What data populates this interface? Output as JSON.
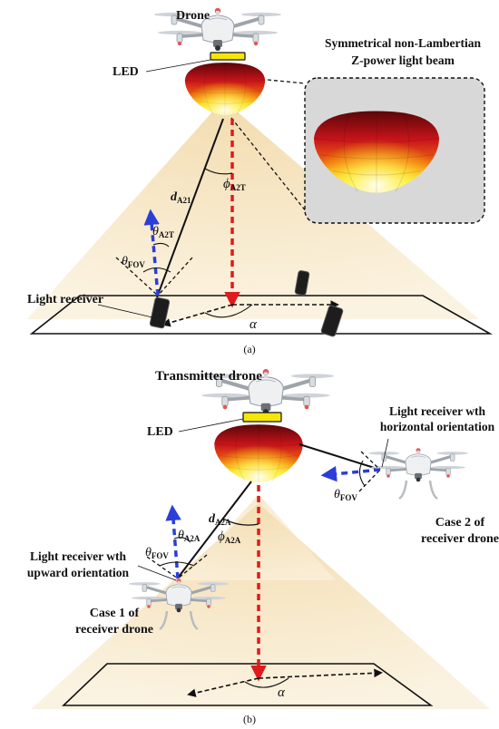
{
  "panel_a": {
    "drone_label": "Drone",
    "led_label": "LED",
    "beam_title_line1": "Symmetrical non-Lambertian",
    "beam_title_line2": "Z-power light beam",
    "d_label": "d",
    "d_sub": "A21",
    "phi_label": "ϕ",
    "phi_sub": "A2T",
    "theta_label": "θ",
    "theta_sub": "A2T",
    "fov_label": "θ",
    "fov_sub": "FOV",
    "receiver_label": "Light receiver",
    "alpha_label": "α",
    "caption": "(a)"
  },
  "panel_b": {
    "transmitter_label": "Transmitter drone",
    "led_label": "LED",
    "horiz_line1": "Light receiver wth",
    "horiz_line2": "horizontal orientation",
    "d_label": "d",
    "d_sub": "A2A",
    "phi_label": "ϕ",
    "phi_sub": "A2A",
    "theta_label": "θ",
    "theta_sub": "A2A",
    "fov_label": "θ",
    "fov_sub": "FOV",
    "fov2_label": "θ",
    "fov2_sub": "FOV",
    "upward_line1": "Light receiver wth",
    "upward_line2": "upward orientation",
    "case1_line1": "Case 1 of",
    "case1_line2": "receiver drone",
    "case2_line1": "Case 2 of",
    "case2_line2": "receiver drone",
    "alpha_label": "α",
    "caption": "(b)"
  },
  "colors": {
    "beam_cone": "#f6e7c6",
    "vertical_arrow": "#e01b1b",
    "receiver_arrow": "#2b3ed8",
    "led_yellow": "#f5e60a"
  }
}
